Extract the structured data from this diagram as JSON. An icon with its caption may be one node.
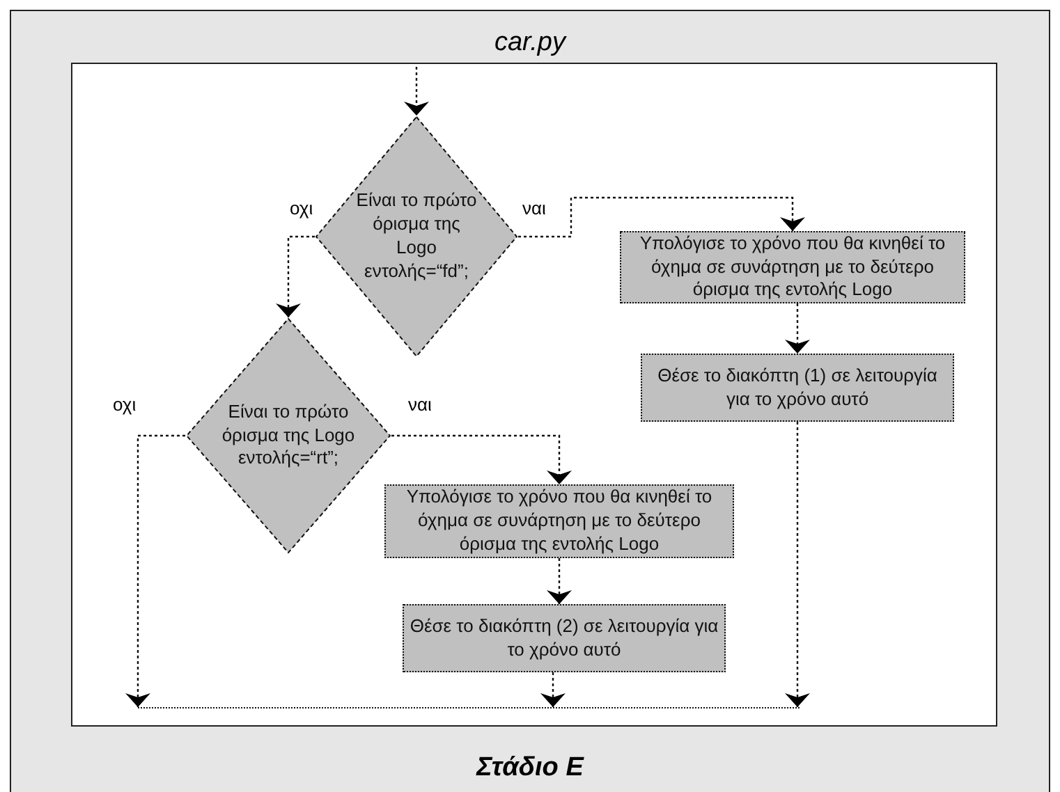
{
  "diagram": {
    "title": "car.py",
    "caption": "Στάδιο Ε",
    "nodes": [
      {
        "text": [
          "Είναι το πρώτο όρισμα της Logo εντολής=“fd”;"
        ]
      },
      {
        "text": [
          "Είναι το πρώτο όρισμα της Logo εντολής=“rt”;"
        ]
      },
      {
        "text": [
          "Υπολόγισε το χρόνο που θα κινηθεί το όχημα σε συνάρτηση με το δεύτερο όρισμα της εντολής Logo"
        ]
      },
      {
        "text": [
          "Θέσε το διακόπτη (1) σε λειτουργία για το χρόνο αυτό"
        ]
      },
      {
        "text": [
          "Υπολόγισε το χρόνο που θα κινηθεί το όχημα σε συνάρτηση με το δεύτερο όρισμα της εντολής Logo"
        ]
      },
      {
        "text": [
          "Θέσε το διακόπτη (2) σε λειτουργία για το χρόνο αυτό"
        ]
      },
      {
        "text": [],
        "shape": "bar"
      }
    ],
    "edges": [
      {
        "from": null,
        "to": 0,
        "arrow": "to"
      },
      {
        "from": 0,
        "to": 1,
        "label": "οχι",
        "arrow": "to"
      },
      {
        "from": 0,
        "to": 2,
        "label": "ναι",
        "arrow": "to"
      },
      {
        "from": 2,
        "to": 3,
        "arrow": "to"
      },
      {
        "from": 1,
        "to": 6,
        "label": "οχι",
        "arrow": "to"
      },
      {
        "from": 1,
        "to": 4,
        "label": "ναι",
        "arrow": "to"
      },
      {
        "from": 4,
        "to": 5,
        "arrow": "to"
      },
      {
        "from": 5,
        "to": 6,
        "arrow": "to"
      },
      {
        "from": 3,
        "to": 6,
        "arrow": "to"
      }
    ]
  }
}
